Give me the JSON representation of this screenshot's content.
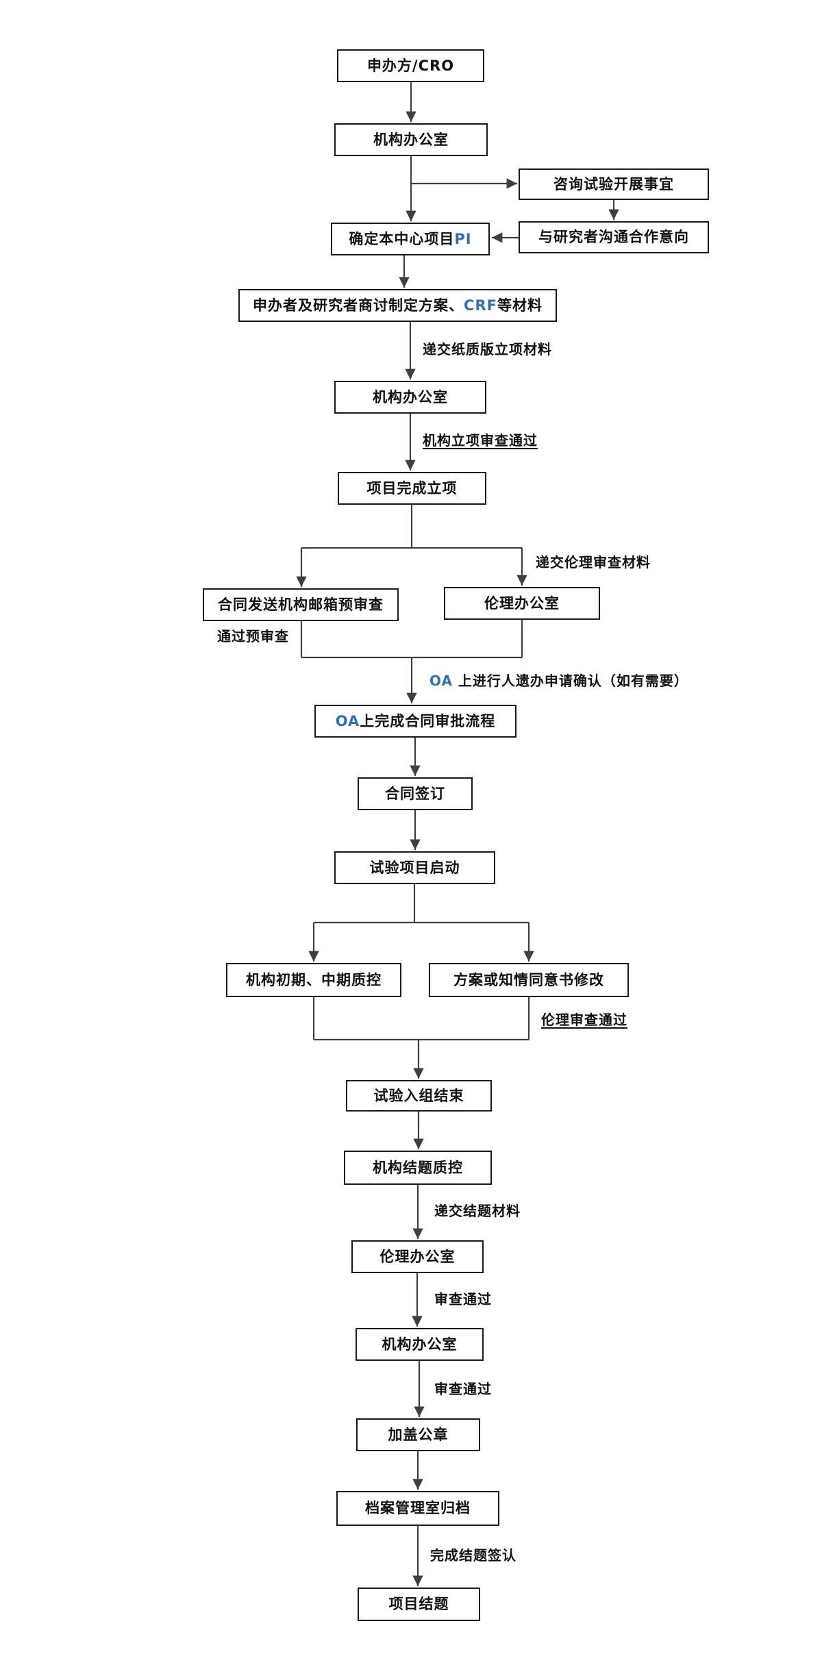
{
  "colors": {
    "accent": "#2E74B5",
    "line": "#3f3f3f",
    "box_border": "#1a1a1a",
    "background": "#ffffff",
    "text": "#111111"
  },
  "flowchart": {
    "nodes": {
      "sponsor_cro": {
        "text": "申办方/CRO"
      },
      "office_1": {
        "text": "机构办公室"
      },
      "consult": {
        "text": "咨询试验开展事宜"
      },
      "determine_pi": {
        "pre": "确定本中心项目 ",
        "accent": "PI",
        "post": ""
      },
      "communicate": {
        "text": "与研究者沟通合作意向"
      },
      "draft_materials": {
        "pre": "申办者及研究者商讨制定方案、",
        "accent": "CRF",
        "post": " 等材料"
      },
      "office_2": {
        "text": "机构办公室"
      },
      "project_filed": {
        "text": "项目完成立项"
      },
      "contract_precheck": {
        "text": "合同发送机构邮箱预审查"
      },
      "ethics_office_1": {
        "text": "伦理办公室"
      },
      "oa_approval": {
        "pre": "",
        "accent": "OA",
        "post": " 上完成合同审批流程"
      },
      "contract_sign": {
        "text": "合同签订"
      },
      "trial_start": {
        "text": "试验项目启动"
      },
      "initial_qc": {
        "text": "机构初期、中期质控"
      },
      "protocol_icf_amend": {
        "text": "方案或知情同意书修改"
      },
      "enrollment_end": {
        "text": "试验入组结束"
      },
      "closeout_qc": {
        "text": "机构结题质控"
      },
      "ethics_office_2": {
        "text": "伦理办公室"
      },
      "office_3": {
        "text": "机构办公室"
      },
      "seal": {
        "text": "加盖公章"
      },
      "archive": {
        "text": "档案管理室归档"
      },
      "project_close": {
        "text": "项目结题"
      }
    },
    "edge_labels": {
      "submit_filing": {
        "text": "递交纸质版立项材料"
      },
      "filing_passed": {
        "text": "机构立项审查通过"
      },
      "submit_ethics": {
        "text": "递交伦理审查材料"
      },
      "precheck_passed": {
        "text": "通过预审查"
      },
      "oa_hgr": {
        "pre": "",
        "accent": "OA",
        "post": " 上进行人遗办申请确认（如有需要）"
      },
      "ethics_passed": {
        "text": "伦理审查通过"
      },
      "submit_closeout": {
        "text": "递交结题材料"
      },
      "review_passed_1": {
        "text": "审查通过"
      },
      "review_passed_2": {
        "text": "审查通过"
      },
      "closeout_signed": {
        "text": "完成结题签认"
      }
    }
  }
}
